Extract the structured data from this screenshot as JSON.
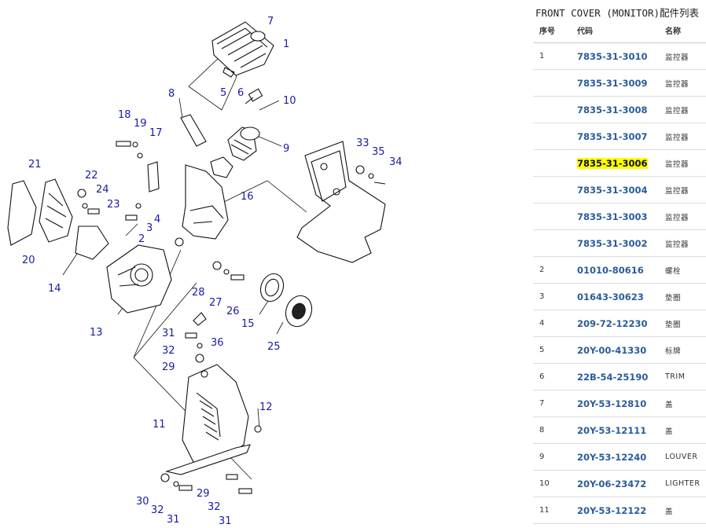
{
  "title": "FRONT COVER (MONITOR)配件列表",
  "columns": {
    "seq": "序号",
    "code": "代码",
    "name": "名称"
  },
  "rows": [
    {
      "seq": "1",
      "code": "7835-31-3010",
      "name": "监控器",
      "highlight": false
    },
    {
      "seq": "",
      "code": "7835-31-3009",
      "name": "监控器",
      "highlight": false
    },
    {
      "seq": "",
      "code": "7835-31-3008",
      "name": "监控器",
      "highlight": false
    },
    {
      "seq": "",
      "code": "7835-31-3007",
      "name": "监控器",
      "highlight": false
    },
    {
      "seq": "",
      "code": "7835-31-3006",
      "name": "监控器",
      "highlight": true
    },
    {
      "seq": "",
      "code": "7835-31-3004",
      "name": "监控器",
      "highlight": false
    },
    {
      "seq": "",
      "code": "7835-31-3003",
      "name": "监控器",
      "highlight": false
    },
    {
      "seq": "",
      "code": "7835-31-3002",
      "name": "监控器",
      "highlight": false
    },
    {
      "seq": "2",
      "code": "01010-80616",
      "name": "螺栓",
      "highlight": false
    },
    {
      "seq": "3",
      "code": "01643-30623",
      "name": "垫圈",
      "highlight": false
    },
    {
      "seq": "4",
      "code": "209-72-12230",
      "name": "垫圈",
      "highlight": false
    },
    {
      "seq": "5",
      "code": "20Y-00-41330",
      "name": "标牌",
      "highlight": false
    },
    {
      "seq": "6",
      "code": "22B-54-25190",
      "name": "TRIM",
      "highlight": false
    },
    {
      "seq": "7",
      "code": "20Y-53-12810",
      "name": "盖",
      "highlight": false
    },
    {
      "seq": "8",
      "code": "20Y-53-12111",
      "name": "盖",
      "highlight": false
    },
    {
      "seq": "9",
      "code": "20Y-53-12240",
      "name": "LOUVER",
      "highlight": false
    },
    {
      "seq": "10",
      "code": "20Y-06-23472",
      "name": "LIGHTER",
      "highlight": false
    },
    {
      "seq": "11",
      "code": "20Y-53-12122",
      "name": "盖",
      "highlight": false
    }
  ],
  "callouts": [
    "7",
    "1",
    "8",
    "5",
    "6",
    "10",
    "18",
    "19",
    "17",
    "9",
    "33",
    "35",
    "34",
    "21",
    "22",
    "24",
    "23",
    "16",
    "4",
    "3",
    "20",
    "2",
    "14",
    "28",
    "27",
    "26",
    "15",
    "13",
    "31",
    "36",
    "32",
    "29",
    "25",
    "11",
    "12",
    "30",
    "32",
    "29",
    "32",
    "31",
    "31"
  ],
  "colors": {
    "callout": "#1a1aa8",
    "code": "#2a5c9a",
    "highlight": "#ffff00"
  }
}
